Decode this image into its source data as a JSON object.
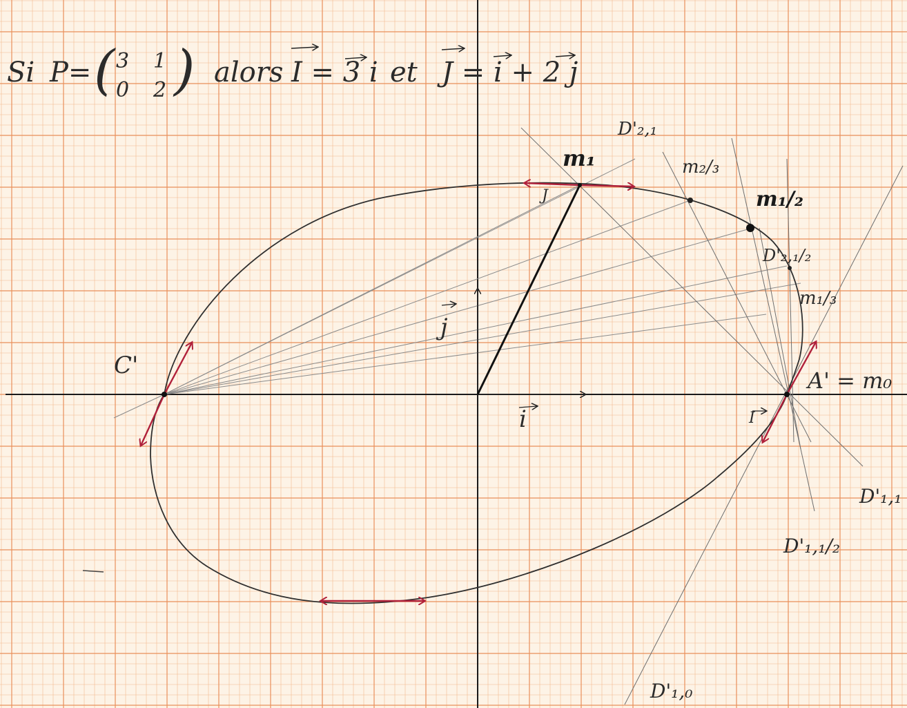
{
  "title": {
    "prefix": "Si",
    "matrix_name": "P=",
    "matrix": [
      [
        "3",
        "1"
      ],
      [
        "0",
        "2"
      ]
    ],
    "conjunction": "alors",
    "eq1": "I = 3 i",
    "connector": "et",
    "eq2": "J = i + 2 j"
  },
  "labels": {
    "m1": "m₁",
    "m23": "m₂/₃",
    "m12": "m₁/₂",
    "m13": "m₁/₃",
    "a_prime": "A' = m₀",
    "c_prime": "C'",
    "d21": "D'₂,₁",
    "d212": "D'₂,₁/₂",
    "d11": "D'₁,₁",
    "d112": "D'₁,₁/₂",
    "d10": "D'₁,₀",
    "vec_i": "i",
    "vec_j": "j",
    "vec_J": "J",
    "vec_I": "I"
  },
  "colors": {
    "paper": "#fdf3e6",
    "grid_minor": "#f2b98e",
    "grid_major": "#e98f5a",
    "ink": "#1a1a1a",
    "pencil": "#777777",
    "red_arrow": "#b0203a"
  }
}
